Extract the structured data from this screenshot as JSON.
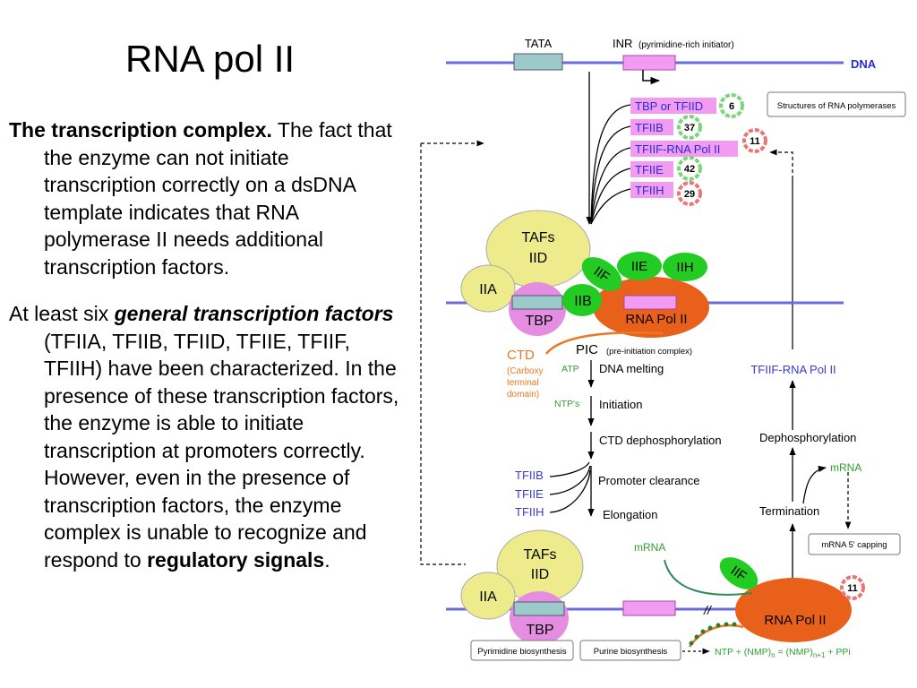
{
  "title": "RNA pol II",
  "left": {
    "p1_bold": "The transcription complex.",
    "p1_rest": " The fact that the enzyme can not initiate transcription correctly on a dsDNA template indicates that RNA polymerase II needs additional transcription factors.",
    "p2_a": "At least six ",
    "p2_em": "general transcription factors",
    "p2_b": " (TFIIA, TFIIB, TFIID, TFIIE, TFIIF, TFIIH) have been characterized. In the presence of these transcription factors, the enzyme is able to initiate transcription at promoters correctly. However, even in the presence of transcription factors, the enzyme complex is unable to recognize and respond to ",
    "p2_bold": "regulatory signals",
    "p2_end": "."
  },
  "diagram": {
    "tata": "TATA",
    "inr": "INR",
    "inr_sub": "(pyrimidine-rich initiator)",
    "dna": "DNA",
    "factors": [
      {
        "label": "TBP or TFIID",
        "count": "6"
      },
      {
        "label": "TFIIB",
        "count": "37"
      },
      {
        "label": "TFIIF-RNA Pol II",
        "count": "11"
      },
      {
        "label": "TFIIE",
        "count": "42"
      },
      {
        "label": "TFIIH",
        "count": "29"
      }
    ],
    "structures_btn": "Structures of RNA polymerases",
    "tafs": "TAFs",
    "iid": "IID",
    "iia": "IIA",
    "tbp": "TBP",
    "iib": "IIB",
    "iif": "IIF",
    "iie": "IIE",
    "iih": "IIH",
    "rnapol": "RNA Pol II",
    "ctd": "CTD",
    "ctd_l1": "(Carboxy",
    "ctd_l2": "terminal",
    "ctd_l3": "domain)",
    "pic": "PIC",
    "pic_sub": "(pre-initiation complex)",
    "atp": "ATP",
    "ntps": "NTP's",
    "dna_melting": "DNA melting",
    "initiation": "Initiation",
    "ctd_dephos": "CTD dephosphorylation",
    "promoter_clearance": "Promoter clearance",
    "elongation": "Elongation",
    "released": [
      "TFIIB",
      "TFIIE",
      "TFIIH"
    ],
    "tfiif_pol": "TFIIF-RNA Pol II",
    "dephos": "Dephosphorylation",
    "mrna": "mRNA",
    "termination": "Termination",
    "capping_btn": "mRNA 5' capping",
    "mrna2": "mRNA",
    "count_bottom": "11",
    "pyr_btn": "Pyrimidine biosynthesis",
    "pur_btn": "Purine biosynthesis",
    "eq_a": "NTP + (NMP)",
    "eq_sub1": "n",
    "eq_b": " = (NMP)",
    "eq_sub2": "n+1",
    "eq_c": " + PPi",
    "break_mark": "//"
  },
  "colors": {
    "dna_line": "#6b6bdc",
    "factor_box": "#f19cf0",
    "factor_text": "#2b2bd6",
    "tafs": "#eeeb8c",
    "iia": "#eeeb8c",
    "tbp": "#e58de0",
    "green": "#22cc22",
    "rnapol": "#e8601a",
    "orange": "#ee7722",
    "tata_box": "#9cc9c9",
    "blue_text": "#3a3ad0",
    "green_text": "#2fa02f"
  }
}
